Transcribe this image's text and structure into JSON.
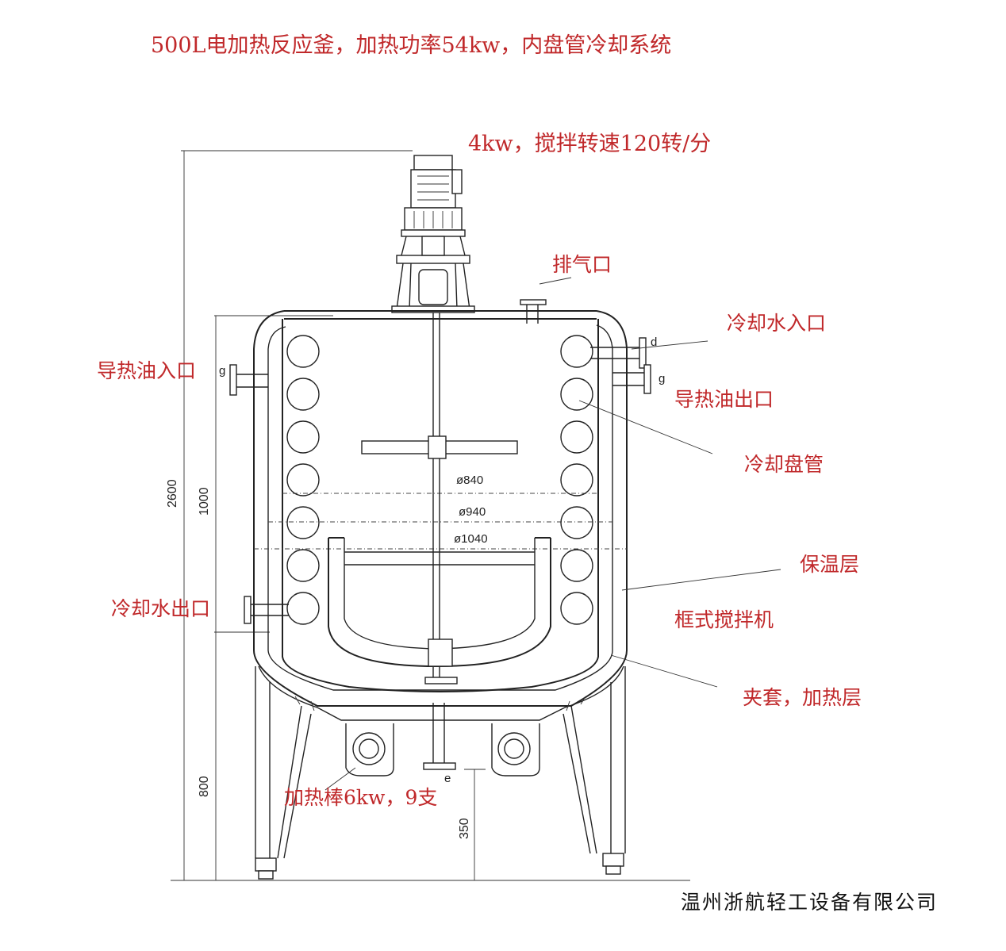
{
  "title": "500L电加热反应釜，加热功率54kw，内盘管冷却系统",
  "motor_spec": "4kw，搅拌转速120转/分",
  "labels": {
    "vent": "排气口",
    "cooling_water_in": "冷却水入口",
    "oil_in": "导热油入口",
    "oil_out": "导热油出口",
    "cooling_coil": "冷却盘管",
    "insulation": "保温层",
    "cooling_water_out": "冷却水出口",
    "frame_agitator": "框式搅拌机",
    "jacket": "夹套，加热层",
    "heater": "加热棒6kw，9支"
  },
  "dimensions": {
    "d840": "ø840",
    "d940": "ø940",
    "d1040": "ø1040",
    "h2600": "2600",
    "h1000": "1000",
    "h800": "800",
    "h350": "350"
  },
  "nozzles": {
    "g_left": "g",
    "g_right": "g",
    "d": "d",
    "e": "e"
  },
  "company": "温州浙航轻工设备有限公司",
  "colors": {
    "annotation": "#c0282a",
    "drawing": "#222222"
  }
}
